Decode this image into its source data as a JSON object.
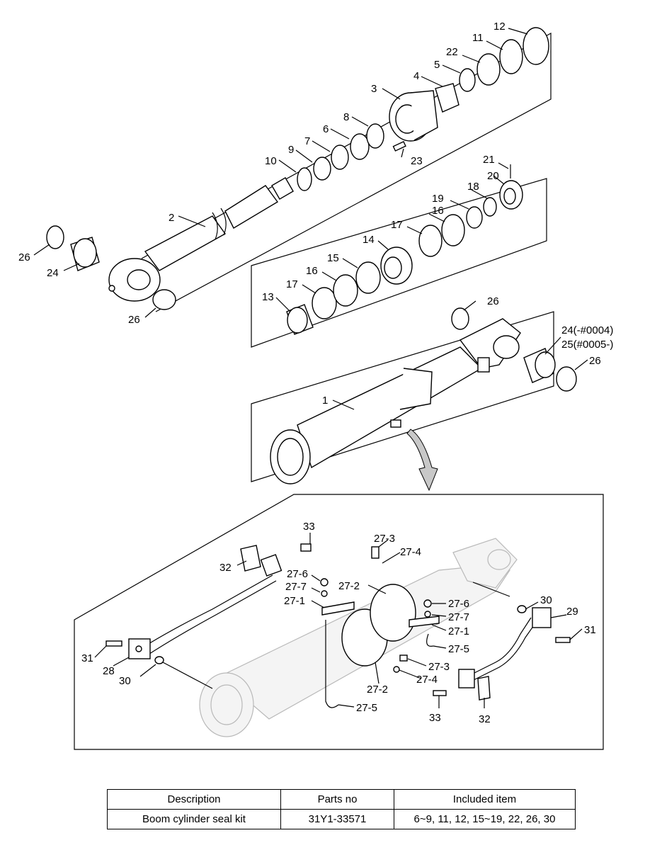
{
  "diagram": {
    "callouts": {
      "c1": "1",
      "c2": "2",
      "c3": "3",
      "c4": "4",
      "c5": "5",
      "c6": "6",
      "c7": "7",
      "c8": "8",
      "c9": "9",
      "c10": "10",
      "c11": "11",
      "c12": "12",
      "c13": "13",
      "c14": "14",
      "c15": "15",
      "c16a": "16",
      "c16b": "16",
      "c17a": "17",
      "c17b": "17",
      "c18": "18",
      "c19": "19",
      "c20": "20",
      "c21": "21",
      "c22": "22",
      "c23": "23",
      "c24": "24",
      "c24r": "24(-#0004)",
      "c25r": "25(#0005-)",
      "c26a": "26",
      "c26b": "26",
      "c26c": "26",
      "c26d": "26"
    },
    "detail_callouts": {
      "d33a": "33",
      "d32a": "32",
      "d27_6a": "27-6",
      "d27_7a": "27-7",
      "d27_1a": "27-1",
      "d27_2a": "27-2",
      "d27_3a": "27-3",
      "d27_4a": "27-4",
      "d27_6b": "27-6",
      "d27_7b": "27-7",
      "d27_1b": "27-1",
      "d27_5b": "27-5",
      "d27_3b": "27-3",
      "d27_4b": "27-4",
      "d27_2b": "27-2",
      "d27_5a": "27-5",
      "d30a": "30",
      "d29": "29",
      "d31a": "31",
      "d31b": "31",
      "d28": "28",
      "d30b": "30",
      "d33b": "33",
      "d32b": "32"
    }
  },
  "kit_table": {
    "headers": [
      "Description",
      "Parts no",
      "Included item"
    ],
    "rows": [
      [
        "Boom cylinder seal kit",
        "31Y1-33571",
        "6~9, 11, 12, 15~19, 22, 26, 30"
      ]
    ]
  }
}
